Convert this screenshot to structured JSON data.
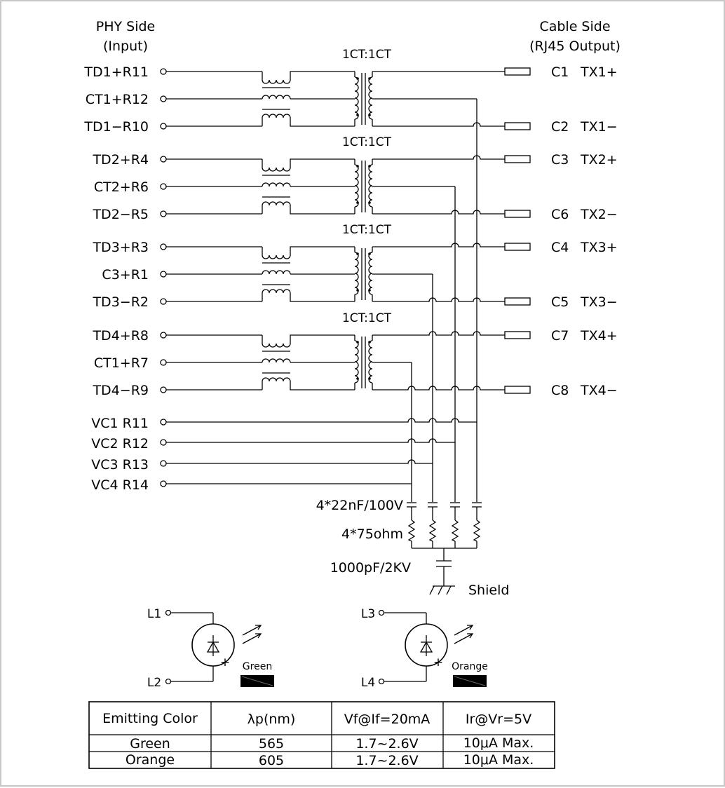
{
  "labels": {
    "phy_side": "PHY Side",
    "phy_input": "(Input)",
    "cable_side": "Cable Side",
    "cable_output": "(RJ45 Output)",
    "capacitor": "4*22nF/100V",
    "resistor": "4*75ohm",
    "hv_cap": "1000pF/2KV",
    "shield": "Shield"
  },
  "transformers": [
    {
      "ratio": "1CT:1CT",
      "inputs": [
        "TD1+R11",
        "CT1+R12",
        "TD1−R10"
      ],
      "outputs": [
        {
          "pin": "C1",
          "signal": "TX1+"
        },
        {
          "pin": "C2",
          "signal": "TX1−"
        }
      ]
    },
    {
      "ratio": "1CT:1CT",
      "inputs": [
        "TD2+R4",
        "CT2+R6",
        "TD2−R5"
      ],
      "outputs": [
        {
          "pin": "C3",
          "signal": "TX2+"
        },
        {
          "pin": "C6",
          "signal": "TX2−"
        }
      ]
    },
    {
      "ratio": "1CT:1CT",
      "inputs": [
        "TD3+R3",
        "C3+R1",
        "TD3−R2"
      ],
      "outputs": [
        {
          "pin": "C4",
          "signal": "TX3+"
        },
        {
          "pin": "C5",
          "signal": "TX3−"
        }
      ]
    },
    {
      "ratio": "1CT:1CT",
      "inputs": [
        "TD4+R8",
        "CT1+R7",
        "TD4−R9"
      ],
      "outputs": [
        {
          "pin": "C7",
          "signal": "TX4+"
        },
        {
          "pin": "C8",
          "signal": "TX4−"
        }
      ]
    }
  ],
  "vc_pins": [
    "VC1  R11",
    "VC2  R12",
    "VC3  R13",
    "VC4  R14"
  ],
  "leds": [
    {
      "anode_pin": "L1",
      "cathode_pin": "L2",
      "color": "Green",
      "plus": "+"
    },
    {
      "anode_pin": "L3",
      "cathode_pin": "L4",
      "color": "Orange",
      "plus": "+"
    }
  ],
  "led_table": {
    "headers": [
      "Emitting  Color",
      "λp(nm)",
      "Vf@If=20mA",
      "Ir@Vr=5V"
    ],
    "rows": [
      [
        "Green",
        "565",
        "1.7~2.6V",
        "10μA  Max."
      ],
      [
        "Orange",
        "605",
        "1.7~2.6V",
        "10μA  Max."
      ]
    ]
  }
}
